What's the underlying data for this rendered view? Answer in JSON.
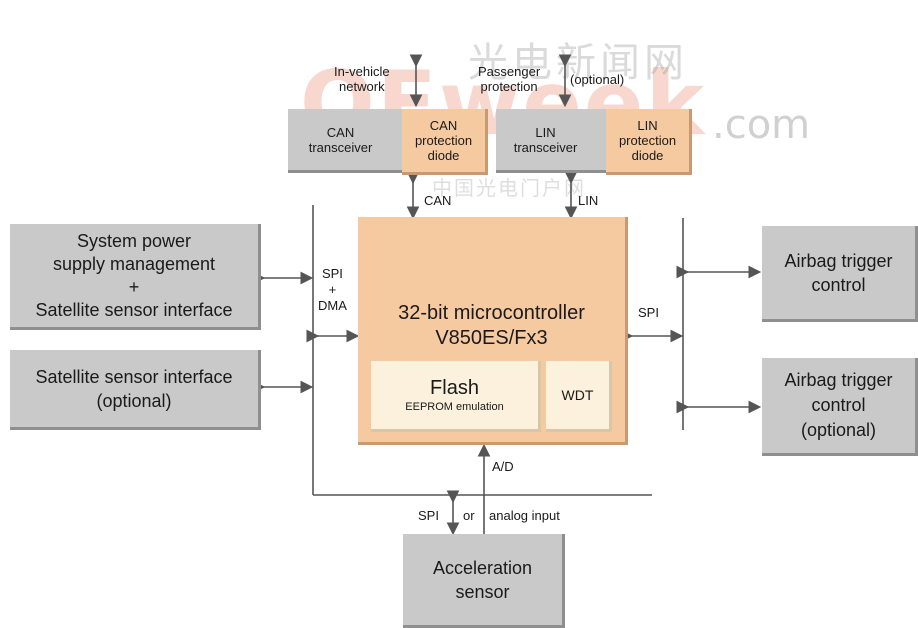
{
  "watermark": {
    "brand": "OFweek",
    "cn_title": "光电新闻网",
    "domain": ".com",
    "cn_subtitle": "中国光电门户网"
  },
  "top": {
    "in_vehicle_network": "In-vehicle\nnetwork",
    "passenger_protection": "Passenger\nprotection",
    "optional": "(optional)",
    "can_transceiver": "CAN\ntransceiver",
    "can_diode": "CAN\nprotection\ndiode",
    "lin_transceiver": "LIN\ntransceiver",
    "lin_diode": "LIN\nprotection\ndiode",
    "can_bus": "CAN",
    "lin_bus": "LIN"
  },
  "left": {
    "power": "System power\nsupply management\n+\nSatellite sensor interface",
    "satellite_optional": "Satellite sensor interface\n(optional)",
    "spi_dma": "SPI\n+\nDMA"
  },
  "mcu": {
    "title": "32-bit microcontroller\nV850ES/Fx3",
    "flash": "Flash",
    "eeprom": "EEPROM emulation",
    "wdt": "WDT"
  },
  "right": {
    "spi": "SPI",
    "airbag1": "Airbag trigger\ncontrol",
    "airbag2": "Airbag trigger\ncontrol\n(optional)"
  },
  "bottom": {
    "ad": "A/D",
    "spi": "SPI",
    "or": "or",
    "analog": "analog input",
    "accel": "Acceleration\nsensor"
  }
}
